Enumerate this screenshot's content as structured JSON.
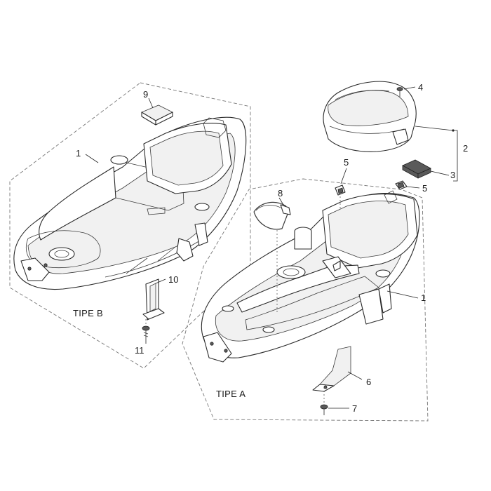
{
  "groups": {
    "b": "TIPE B",
    "a": "TIPE A"
  },
  "callouts": {
    "b_body": "1",
    "b_pad": "9",
    "b_bracket": "10",
    "b_screw": "11",
    "a_body": "1",
    "a_clip_1": "5",
    "a_clip_2": "5",
    "a_strap": "8",
    "a_bracket": "6",
    "a_screw": "7",
    "lid_screw": "4",
    "lid_assembly": "2",
    "pad": "3"
  }
}
